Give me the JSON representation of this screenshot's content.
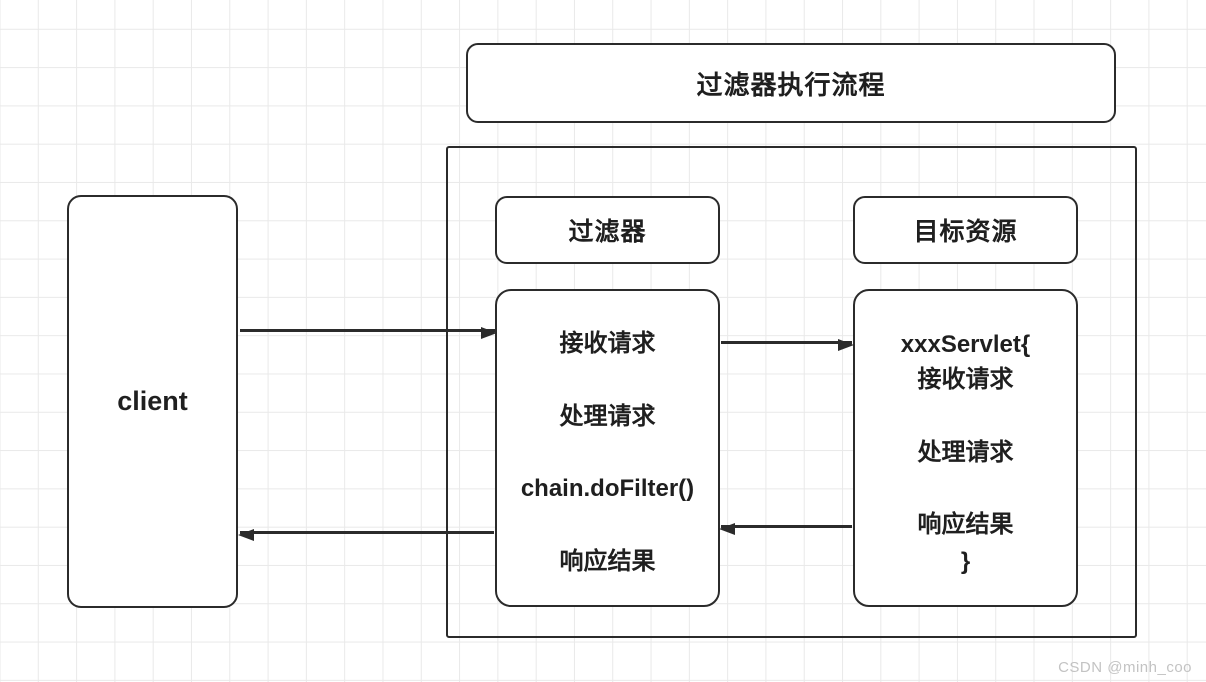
{
  "diagram": {
    "title": "过滤器执行流程",
    "client_label": "client",
    "filter": {
      "header": "过滤器",
      "steps": [
        "接收请求",
        "处理请求",
        "chain.doFilter()",
        "响应结果"
      ]
    },
    "target": {
      "header": "目标资源",
      "lines": [
        "xxxServlet{",
        "接收请求",
        "处理请求",
        "响应结果",
        "}"
      ]
    },
    "arrows": [
      {
        "name": "client-to-filter",
        "direction": "right"
      },
      {
        "name": "filter-to-servlet",
        "direction": "right"
      },
      {
        "name": "servlet-to-filter",
        "direction": "left"
      },
      {
        "name": "filter-to-client",
        "direction": "left"
      }
    ],
    "colors": {
      "stroke": "#2b2b2b",
      "text": "#1f1f1f",
      "grid": "#e9e9e9",
      "background": "#ffffff",
      "watermark_color": "#c3c3c3"
    }
  },
  "watermark": "CSDN @minh_coo"
}
